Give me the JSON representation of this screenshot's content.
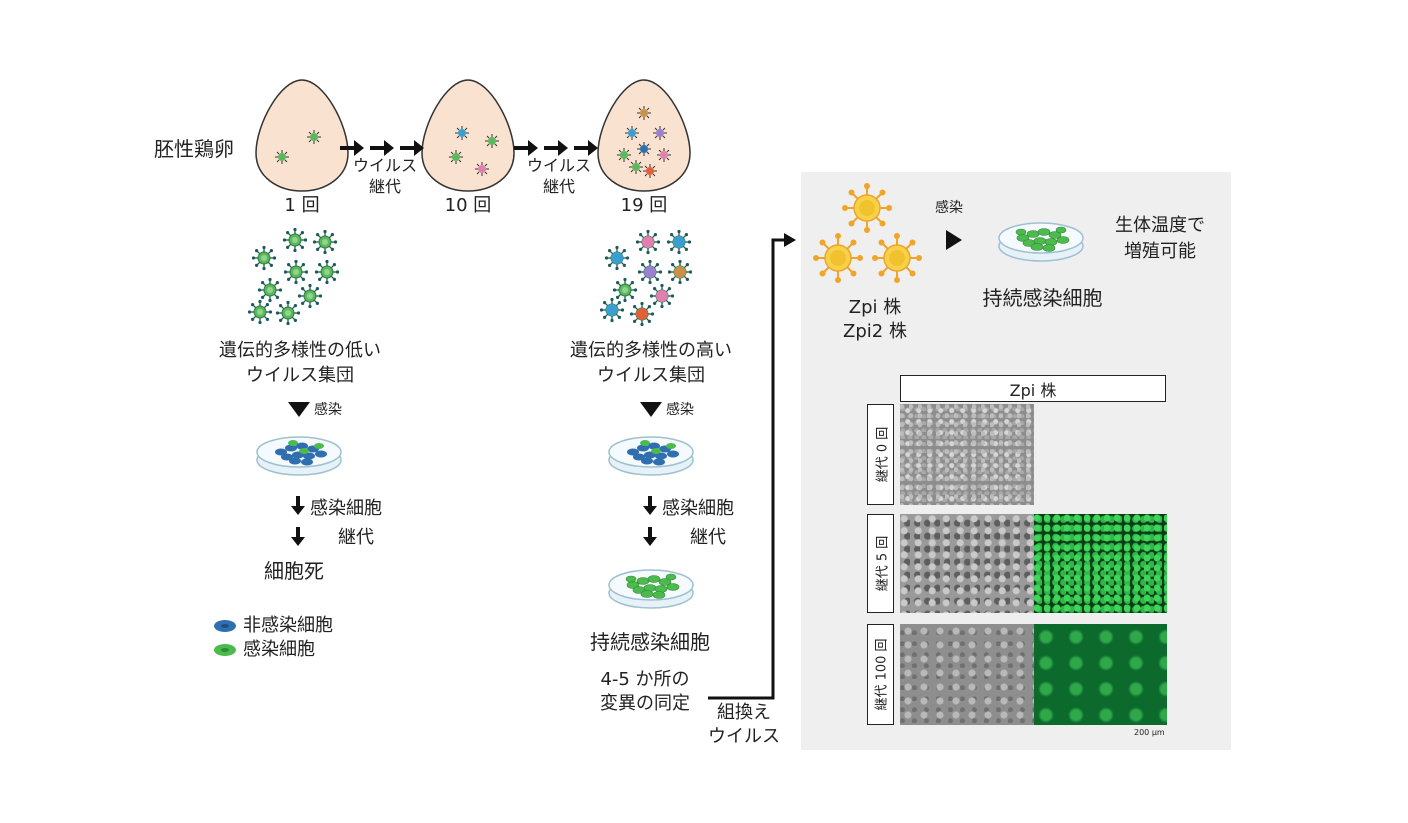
{
  "labels": {
    "egg_label": "胚性鶏卵",
    "egg1": "1 回",
    "egg10": "10 回",
    "egg19": "19 回",
    "virus_passage_a_line1": "ウイルス",
    "virus_passage_a_line2": "継代",
    "virus_passage_b_line1": "ウイルス",
    "virus_passage_b_line2": "継代",
    "low_div_line1": "遺伝的多様性の低い",
    "low_div_line2": "ウイルス集団",
    "high_div_line1": "遺伝的多様性の高い",
    "high_div_line2": "ウイルス集団",
    "infect_left": "感染",
    "infect_mid": "感染",
    "cell_passage_left_line1": "感染細胞",
    "cell_passage_left_line2": "継代",
    "cell_passage_mid_line1": "感染細胞",
    "cell_passage_mid_line2": "継代",
    "cell_death": "細胞死",
    "persistent_mid": "持続感染細胞",
    "mutation_line1": "4-5 か所の",
    "mutation_line2": "変異の同定",
    "recomb_line1": "組換え",
    "recomb_line2": "ウイルス",
    "legend_uninfected": "非感染細胞",
    "legend_infected": "感染細胞"
  },
  "panel": {
    "infect": "感染",
    "strain_line1": "Zpi 株",
    "strain_line2": "Zpi2 株",
    "persistent": "持続感染細胞",
    "body_temp_line1": "生体温度で",
    "body_temp_line2": "増殖可能",
    "table_header": "Zpi 株",
    "row0": "継代 0 回",
    "row5": "継代 5 回",
    "row100": "継代 100 回",
    "scale": "200 µm"
  },
  "colors": {
    "egg_fill": "#f9e3d0",
    "uninfected_cell": "#2f6fb0",
    "infected_cell": "#4cba4c",
    "virus_green": "#5cb85c",
    "virus_spike": "#1a5a5a",
    "zpi_virus": "#f2c12e",
    "panel_bg": "#efefef"
  }
}
